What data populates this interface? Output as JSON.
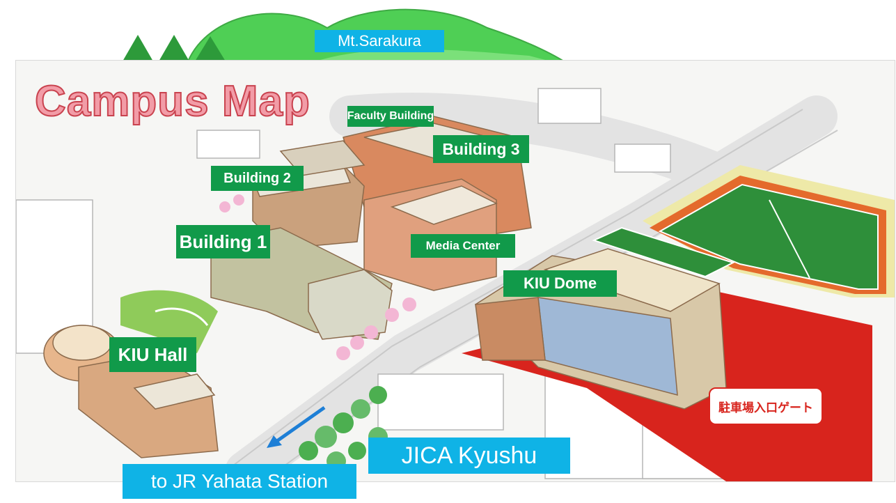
{
  "map": {
    "title": "Campus Map",
    "mountain": "Mt.Sarakura",
    "labels": {
      "faculty_building": "Faculty Building",
      "building_3": "Building 3",
      "building_2": "Building 2",
      "building_1": "Building 1",
      "media_center": "Media Center",
      "kiu_dome": "KIU Dome",
      "kiu_hall": "KIU Hall",
      "parking_gate": "駐車場入口ゲート",
      "jica_kyushu": "JICA Kyushu",
      "to_station": "to JR Yahata Station"
    },
    "colors": {
      "label_green": "#119a4a",
      "label_blue": "#0fb3e6",
      "mountain_green": "#4fcf55",
      "field_green": "#2e8f3a",
      "parking_red": "#d8241d",
      "title_pink": "#f29ca7"
    }
  }
}
